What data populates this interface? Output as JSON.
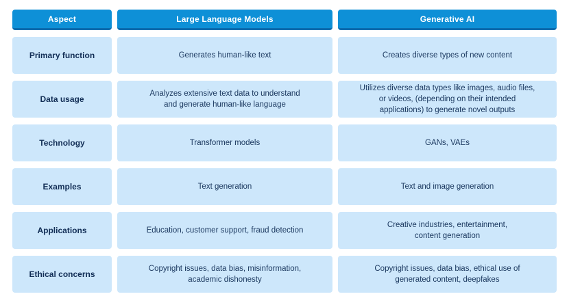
{
  "colors": {
    "header_bg": "#0e90d7",
    "header_border": "#0b6cae",
    "cell_bg": "#cde7fb",
    "body_text": "#1d3a61",
    "label_text": "#122e56",
    "header_text": "#ffffff",
    "page_bg": "#ffffff"
  },
  "table": {
    "headers": [
      {
        "label": "Aspect"
      },
      {
        "label": "Large Language Models"
      },
      {
        "label": "Generative AI"
      }
    ],
    "rows": [
      {
        "aspect": "Primary function",
        "llm": "Generates human-like text",
        "genai": "Creates diverse types of new content"
      },
      {
        "aspect": "Data usage",
        "llm": "Analyzes extensive text data to understand\nand generate human-like language",
        "genai": "Utilizes diverse data types like images, audio files,\nor videos, (depending on their intended\napplications) to generate novel outputs"
      },
      {
        "aspect": "Technology",
        "llm": "Transformer models",
        "genai": "GANs, VAEs"
      },
      {
        "aspect": "Examples",
        "llm": "Text generation",
        "genai": "Text and image generation"
      },
      {
        "aspect": "Applications",
        "llm": "Education, customer support, fraud detection",
        "genai": "Creative industries, entertainment,\ncontent generation"
      },
      {
        "aspect": "Ethical concerns",
        "llm": "Copyright issues, data bias, misinformation,\nacademic dishonesty",
        "genai": "Copyright issues, data bias, ethical use of\ngenerated content, deepfakes"
      }
    ]
  }
}
